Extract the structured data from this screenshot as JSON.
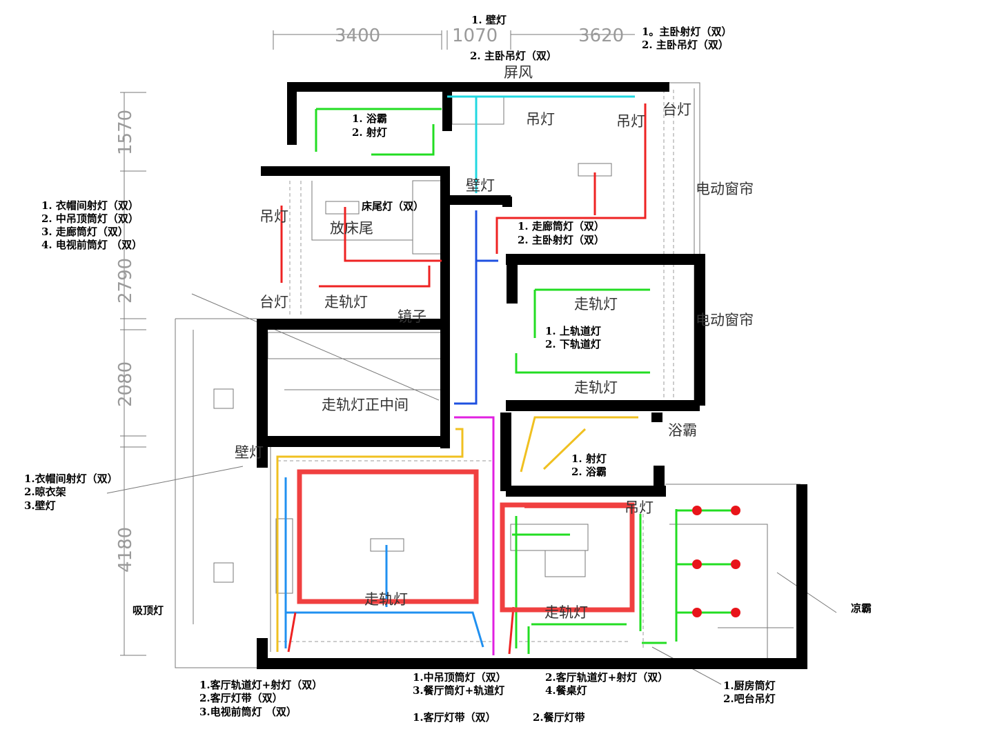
{
  "colors": {
    "wall": "#000000",
    "green": "#22dd22",
    "red": "#ee2222",
    "blue": "#1e50e0",
    "cyan": "#20d8e0",
    "magenta": "#e020e0",
    "yellow": "#f0c020",
    "lightblue": "#2090f0",
    "highlight": "#f04040"
  },
  "dimensions": [
    "3400",
    "1070",
    "3620",
    "1570",
    "2790",
    "2080",
    "4180"
  ],
  "rooms": {
    "screen": "屏风",
    "pendant_1": "吊灯",
    "pendant_2": "吊灯",
    "table_lamp_1": "台灯",
    "wall_lamp_1": "壁灯",
    "curtain_1": "电动窗帘",
    "curtain_2": "电动窗帘",
    "pendant_3": "吊灯",
    "bed_end": "放床尾",
    "bed_end_lamp": "床尾灯（双）",
    "table_lamp_2": "台灯",
    "track_1": "走轨灯",
    "mirror": "镜子",
    "track_2": "走轨灯",
    "track_3": "走轨灯",
    "track_center": "走轨灯正中间",
    "bath_heater": "浴霸",
    "wall_lamp_2": "壁灯",
    "pendant_4": "吊灯",
    "track_4": "走轨灯",
    "track_5": "走轨灯",
    "ceiling_lamp": "吸顶灯",
    "cool_fan": "凉霸"
  },
  "notes": {
    "top_mid": [
      "1. 壁灯",
      "2. 主卧吊灯（双）"
    ],
    "top_right": [
      "1。主卧射灯（双）",
      "2. 主卧吊灯（双）"
    ],
    "bath_top": [
      "1. 浴霸",
      "2. 射灯"
    ],
    "left_list": [
      "1. 衣帽间射灯（双）",
      "2. 中吊顶筒灯（双）",
      "3. 走廊筒灯（双）",
      "4. 电视前筒灯 （双）"
    ],
    "corridor": [
      "1. 走廊筒灯（双）",
      "2. 主卧射灯（双）"
    ],
    "track_room": [
      "1. 上轨道灯",
      "2. 下轨道灯"
    ],
    "bath_mid": [
      "1. 射灯",
      "2. 浴霸"
    ],
    "cloak": [
      "1.衣帽间射灯（双）",
      "2.晾衣架",
      "3.壁灯"
    ],
    "living": [
      "1.客厅轨道灯+射灯（双）",
      "2.客厅灯带（双）",
      "3.电视前筒灯 （双）"
    ],
    "center_bottom": [
      "1.中吊顶筒灯（双）",
      "3.餐厅筒灯+轨道灯"
    ],
    "center_bottom_2": [
      "2.客厅轨道灯+射灯（双）",
      "4.餐桌灯"
    ],
    "strips": [
      "1.客厅灯带（双）",
      "2.餐厅灯带"
    ],
    "kitchen": [
      "1.厨房筒灯",
      "2.吧台吊灯"
    ]
  }
}
